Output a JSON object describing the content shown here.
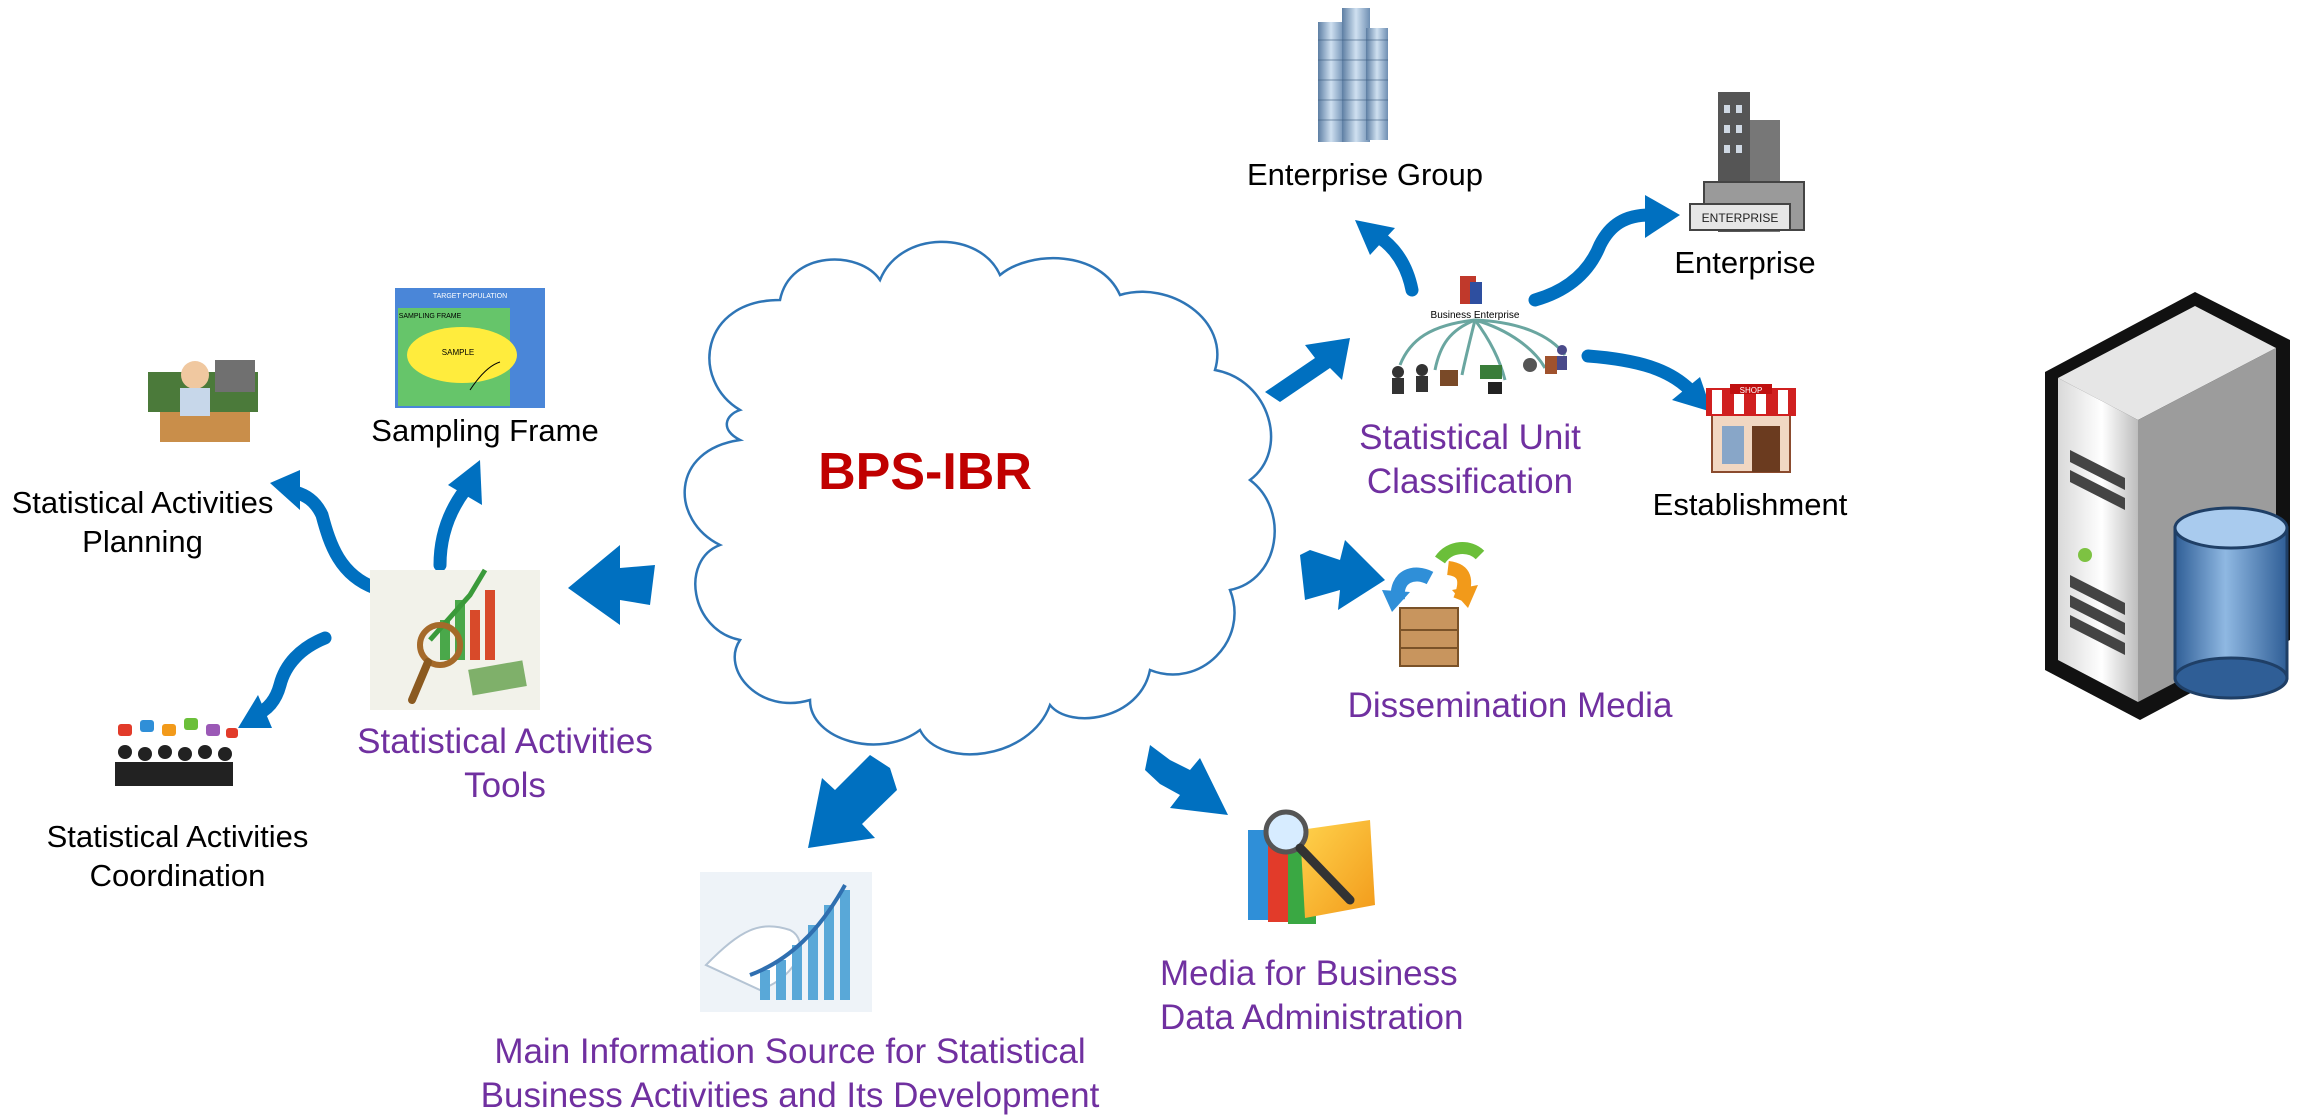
{
  "center": {
    "title": "BPS-IBR"
  },
  "nodes": {
    "enterprise_group": "Enterprise Group",
    "enterprise": "Enterprise",
    "establishment": "Establishment",
    "statistical_unit_classification": [
      "Statistical Unit",
      "Classification"
    ],
    "dissemination_media": "Dissemination Media",
    "media_business_admin": [
      "Media for Business",
      "Data Administration"
    ],
    "main_info_source": [
      "Main Information Source for Statistical",
      "Business Activities and Its Development"
    ],
    "statistical_activities_tools": [
      "Statistical Activities",
      "Tools"
    ],
    "sampling_frame": "Sampling Frame",
    "statistical_activities_planning": [
      "Statistical Activities",
      "Planning"
    ],
    "statistical_activities_coordination": [
      "Statistical Activities",
      "Coordination"
    ]
  },
  "image_text": {
    "enterprise_sign": "ENTERPRISE",
    "shop_sign": "SHOP",
    "business_enterprise": "Business Enterprise",
    "target_population": "TARGET POPULATION",
    "sampling_frame_inner": "SAMPLING FRAME",
    "sample": "SAMPLE"
  },
  "colors": {
    "arrow": "#0070c0",
    "purple_text": "#7030a0",
    "title": "#c00000",
    "cloud_stroke": "#2e75b6"
  }
}
